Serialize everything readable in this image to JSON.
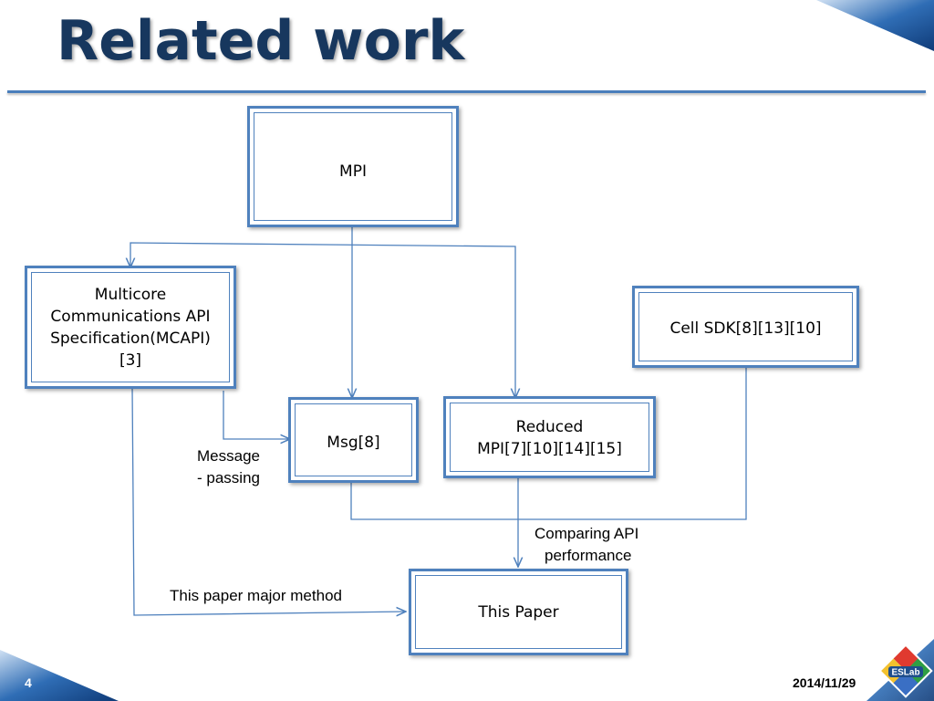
{
  "slide": {
    "title": "Related work",
    "page_number": "4",
    "date": "2014/11/29",
    "logo_text": "ESLab"
  },
  "boxes": {
    "mpi": "MPI",
    "mcapi": [
      "Multicore",
      "Communications API",
      "Specification(MCAPI)",
      "[3]"
    ],
    "cell_sdk": "Cell SDK[8][13][10]",
    "msg": "Msg[8]",
    "reduced_mpi": [
      "Reduced",
      "MPI[7][10][14][15]"
    ],
    "this_paper": "This Paper"
  },
  "edge_labels": {
    "message_passing": [
      "Message",
      "- passing"
    ],
    "comparing": [
      "Comparing API",
      "performance"
    ],
    "major_method": "This paper major method"
  },
  "colors": {
    "title": "#17375e",
    "box_border": "#4f81bd",
    "connector": "#4f81bd",
    "corner_accent": "#1f4e8c"
  }
}
